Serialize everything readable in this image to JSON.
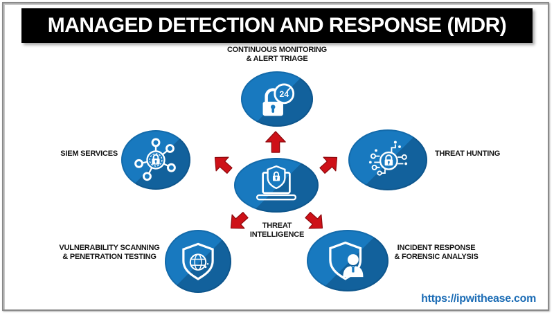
{
  "header": {
    "title": "MANAGED DETECTION AND RESPONSE (MDR)"
  },
  "nodes": {
    "monitoring": {
      "line1": "CONTINUOUS MONITORING",
      "line2": "& ALERT TRIAGE",
      "icon": "padlock-24h-clock",
      "clock_label": "24"
    },
    "siem": {
      "line1": "SIEM SERVICES",
      "icon": "network-lock"
    },
    "hunting": {
      "line1": "THREAT HUNTING",
      "icon": "circuit-lock"
    },
    "vulnerability": {
      "line1": "VULNERABILITY SCANNING",
      "line2": "& PENETRATION TESTING",
      "icon": "shield-globe"
    },
    "incident": {
      "line1": "INCIDENT RESPONSE",
      "line2": "& FORENSIC ANALYSIS",
      "icon": "shield-analyst"
    },
    "center": {
      "line1": "THREAT",
      "line2": "INTELLIGENCE",
      "icon": "laptop-shield-lock"
    }
  },
  "footer": {
    "link": "https://ipwithease.com"
  },
  "colors": {
    "node_blue": "#1879BF",
    "node_shadow": "#11659F",
    "arrow_red": "#CE1118",
    "arrow_red_dark": "#8F0A0E",
    "link_blue": "#1B6CB5",
    "header_bg": "#000000",
    "header_fg": "#FFFFFF"
  }
}
